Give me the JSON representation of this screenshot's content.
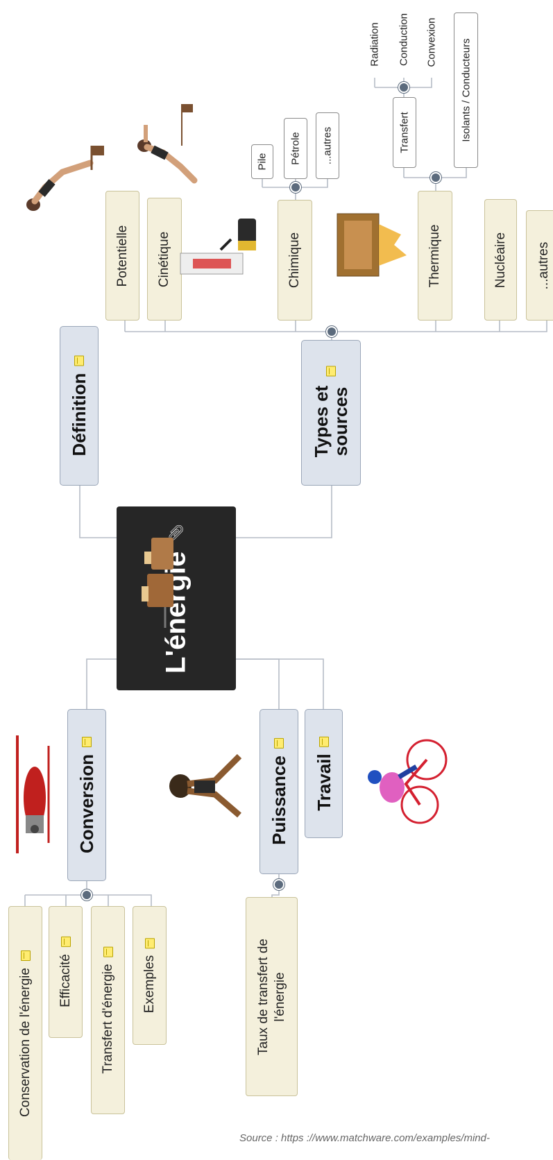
{
  "central": {
    "title": "L'énergie",
    "attachment_icon": "paperclip-icon"
  },
  "branches": {
    "definition": "Définition",
    "types": "Types et sources",
    "conversion": "Conversion",
    "puissance": "Puissance",
    "travail": "Travail"
  },
  "types_children": {
    "potentielle": "Potentielle",
    "cinetique": "Cinétique",
    "chimique": "Chimique",
    "thermique": "Thermique",
    "nucleaire": "Nucléaire",
    "autres": "...autres"
  },
  "chimique_children": {
    "pile": "Pile",
    "petrole": "Pétrole",
    "autres": "...autres"
  },
  "thermique_children": {
    "transfert": "Transfert",
    "isolants": "Isolants / Conducteurs"
  },
  "transfert_children": {
    "radiation": "Radiation",
    "conduction": "Conduction",
    "convexion": "Convexion"
  },
  "conversion_children": {
    "conservation": "Conservation de l'énergie",
    "efficacite": "Efficacité",
    "transfert_energie": "Transfert d'énergie",
    "exemples": "Exemples"
  },
  "puissance_children": {
    "taux": "Taux de transfert de l'énergie"
  },
  "icons": {
    "note": "note-icon",
    "expand": "collapse-knob-icon"
  },
  "colors": {
    "central_bg": "#262626",
    "main_bg": "#dde3ec",
    "sub_bg": "#f4f0dc",
    "connector": "#b8bec8",
    "note": "#ffec70"
  },
  "source": "Source : https ://www.matchware.com/examples/mind-"
}
